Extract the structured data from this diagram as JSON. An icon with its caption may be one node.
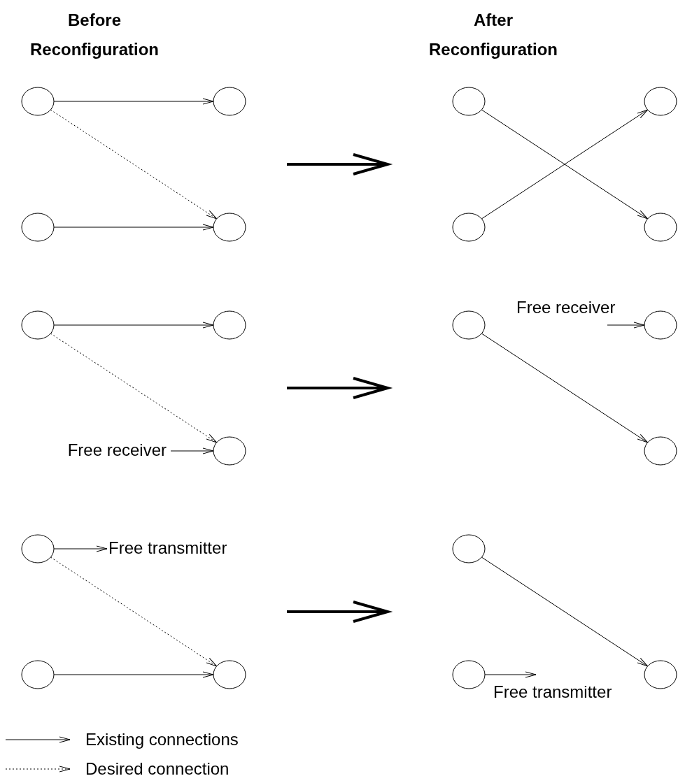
{
  "diagram": {
    "nodes": [
      {
        "text": [],
        "shape": "circle"
      },
      {
        "text": [],
        "shape": "circle"
      },
      {
        "text": [],
        "shape": "circle"
      },
      {
        "text": [],
        "shape": "circle"
      },
      {
        "text": [],
        "shape": "circle"
      },
      {
        "text": [],
        "shape": "circle"
      },
      {
        "text": [
          "Free receiver"
        ]
      },
      {
        "text": [],
        "shape": "circle"
      },
      {
        "text": [],
        "shape": "circle"
      },
      {
        "text": [
          "Free transmitter"
        ]
      },
      {
        "text": [],
        "shape": "circle"
      },
      {
        "text": [],
        "shape": "circle"
      },
      {
        "text": [],
        "shape": "circle"
      },
      {
        "text": [],
        "shape": "circle"
      },
      {
        "text": [],
        "shape": "circle"
      },
      {
        "text": [],
        "shape": "circle"
      },
      {
        "text": [],
        "shape": "circle"
      },
      {
        "text": [
          "Free receiver"
        ]
      },
      {
        "text": [],
        "shape": "circle"
      },
      {
        "text": [],
        "shape": "circle"
      },
      {
        "text": [],
        "shape": "circle"
      },
      {
        "text": [],
        "shape": "circle"
      },
      {
        "text": [],
        "shape": "circle"
      },
      {
        "text": [
          "Free transmitter"
        ]
      }
    ],
    "edges": [
      {
        "from": 0,
        "to": 1,
        "arrow": "to"
      },
      {
        "from": 0,
        "to": 3,
        "arrow": "to",
        "style": "dashed"
      },
      {
        "from": 2,
        "to": 3,
        "arrow": "to"
      },
      {
        "from": 4,
        "to": 5,
        "arrow": "to"
      },
      {
        "from": 4,
        "to": 7,
        "arrow": "to",
        "style": "dashed"
      },
      {
        "from": 6,
        "to": 7,
        "arrow": "to"
      },
      {
        "from": 8,
        "to": 9,
        "arrow": "to"
      },
      {
        "from": 8,
        "to": 11,
        "arrow": "to",
        "style": "dashed"
      },
      {
        "from": 10,
        "to": 11,
        "arrow": "to"
      },
      {
        "from": 12,
        "to": 15,
        "arrow": "to"
      },
      {
        "from": 14,
        "to": 13,
        "arrow": "to"
      },
      {
        "from": 16,
        "to": 19,
        "arrow": "to"
      },
      {
        "from": 17,
        "to": 18,
        "arrow": "to"
      },
      {
        "from": 20,
        "to": 22,
        "arrow": "to"
      },
      {
        "from": 21,
        "to": 23,
        "arrow": "to"
      }
    ],
    "labels": [
      "Before Reconfiguration",
      "After Reconfiguration"
    ],
    "legend": [
      {
        "text": "Existing connections"
      },
      {
        "text": "Desired connection"
      }
    ]
  }
}
